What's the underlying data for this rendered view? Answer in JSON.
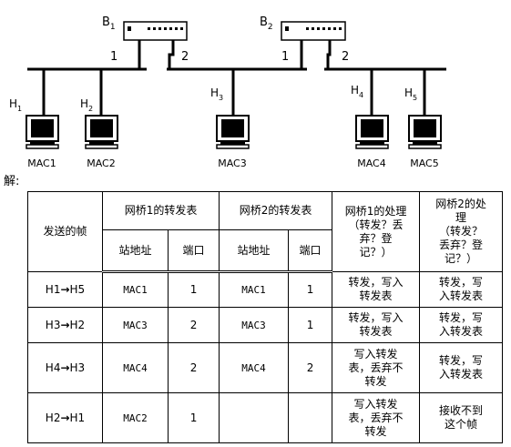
{
  "network": {
    "bridges": [
      {
        "label": "B",
        "sub": "1",
        "left_port": "1",
        "right_port": "2"
      },
      {
        "label": "B",
        "sub": "2",
        "left_port": "1",
        "right_port": "2"
      }
    ],
    "hosts": [
      {
        "label": "H",
        "sub": "1",
        "mac": "MAC1"
      },
      {
        "label": "H",
        "sub": "2",
        "mac": "MAC2"
      },
      {
        "label": "H",
        "sub": "3",
        "mac": "MAC3"
      },
      {
        "label": "H",
        "sub": "4",
        "mac": "MAC4"
      },
      {
        "label": "H",
        "sub": "5",
        "mac": "MAC5"
      }
    ]
  },
  "solution_label": "解:",
  "table": {
    "header": {
      "frame": "发送的帧",
      "bridge1_table": "网桥1的转发表",
      "bridge2_table": "网桥2的转发表",
      "bridge1_action": [
        "网桥1的处理",
        "（转发？丢",
        "弃？登",
        "记？）"
      ],
      "bridge2_action": [
        "网桥2的处",
        "理",
        "（转发？",
        "丢弃？登",
        "记？）"
      ],
      "station_address": "站地址",
      "port": "端口"
    },
    "rows": [
      {
        "from": "H1",
        "arrow": "→",
        "to": "H5",
        "b1_addr": "MAC1",
        "b1_port": "1",
        "b2_addr": "MAC1",
        "b2_port": "1",
        "b1_action": [
          "转发，写入",
          "转发表"
        ],
        "b2_action": [
          "转发，写",
          "入转发表"
        ]
      },
      {
        "from": "H3",
        "arrow": "→",
        "to": "H2",
        "b1_addr": "MAC3",
        "b1_port": "2",
        "b2_addr": "MAC3",
        "b2_port": "1",
        "b1_action": [
          "转发，写入",
          "转发表"
        ],
        "b2_action": [
          "转发，写",
          "入转发表"
        ]
      },
      {
        "from": "H4",
        "arrow": "→",
        "to": "H3",
        "b1_addr": "MAC4",
        "b1_port": "2",
        "b2_addr": "MAC4",
        "b2_port": "2",
        "b1_action": [
          "写入转发",
          "表，丢弃不",
          "转发"
        ],
        "b2_action": [
          "转发，写",
          "入转发表"
        ]
      },
      {
        "from": "H2",
        "arrow": "→",
        "to": "H1",
        "b1_addr": "MAC2",
        "b1_port": "1",
        "b2_addr": "",
        "b2_port": "",
        "b1_action": [
          "写入转发",
          "表，丢弃不",
          "转发"
        ],
        "b2_action": [
          "接收不到",
          "这个帧"
        ]
      }
    ]
  }
}
